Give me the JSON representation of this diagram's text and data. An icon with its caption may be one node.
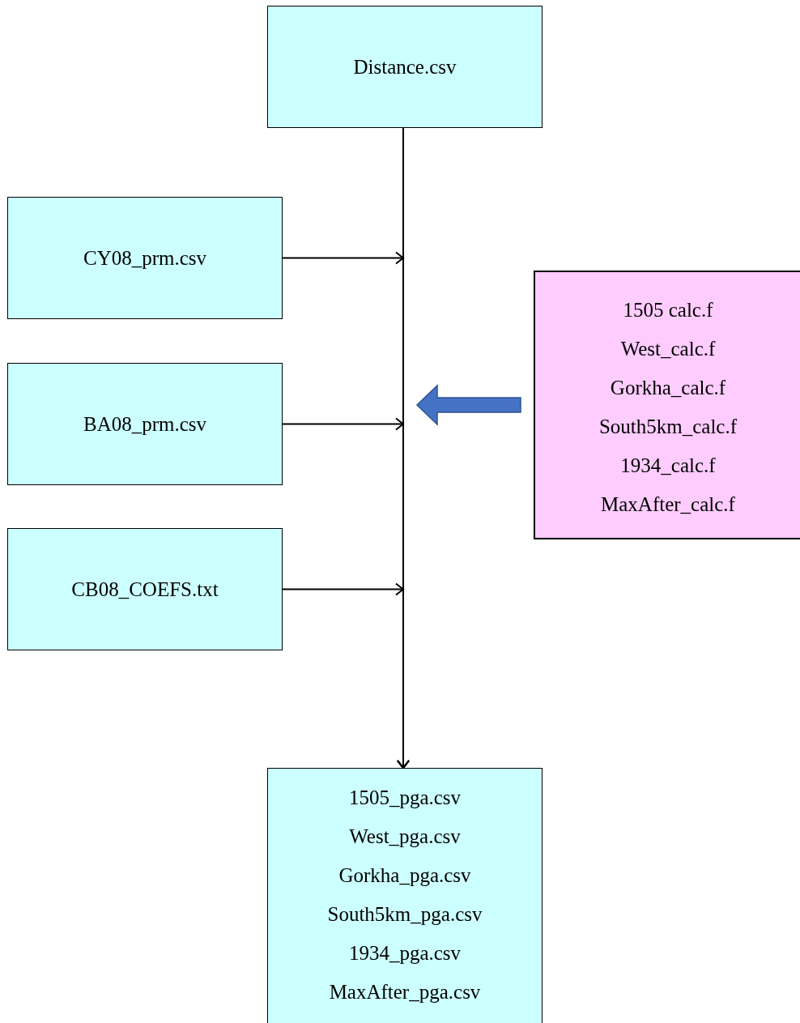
{
  "diagram": {
    "nodes": [
      {
        "text": [
          "Distance.csv"
        ]
      },
      {
        "text": [
          "CY08_prm.csv"
        ]
      },
      {
        "text": [
          "BA08_prm.csv"
        ]
      },
      {
        "text": [
          "CB08_COEFS.txt"
        ]
      },
      {
        "text": [
          "1505 calc.f",
          "West_calc.f",
          "Gorkha_calc.f",
          "South5km_calc.f",
          "1934_calc.f",
          "MaxAfter_calc.f"
        ]
      },
      {
        "text": [
          "1505_pga.csv",
          "West_pga.csv",
          "Gorkha_pga.csv",
          "South5km_pga.csv",
          "1934_pga.csv",
          "MaxAfter_pga.csv"
        ]
      }
    ],
    "edges": [
      {
        "from": 0,
        "to": 5,
        "arrow": "to"
      },
      {
        "from": 1,
        "to": 5,
        "arrow": "to"
      },
      {
        "from": 2,
        "to": 5,
        "arrow": "to"
      },
      {
        "from": 3,
        "to": 5,
        "arrow": "to"
      },
      {
        "from": 4,
        "to": null,
        "arrow": "to",
        "style": "thick",
        "color": "#4472c4"
      }
    ]
  }
}
